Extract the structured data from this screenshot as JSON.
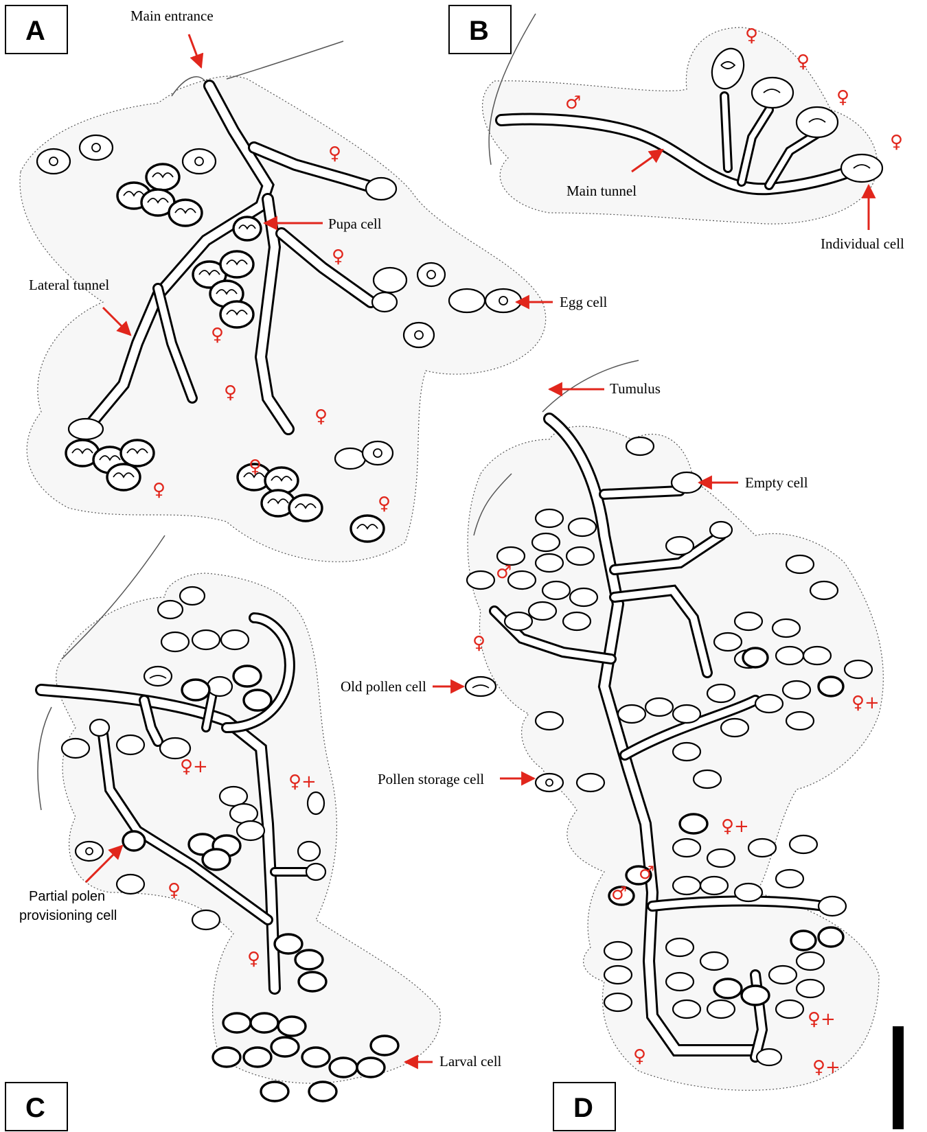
{
  "panels": [
    {
      "id": "A",
      "letter": "A"
    },
    {
      "id": "B",
      "letter": "B"
    },
    {
      "id": "C",
      "letter": "C"
    },
    {
      "id": "D",
      "letter": "D"
    }
  ],
  "labels": {
    "main_entrance": "Main entrance",
    "pupa_cell": "Pupa cell",
    "lateral_tunnel": "Lateral tunnel",
    "egg_cell": "Egg cell",
    "main_tunnel": "Main tunnel",
    "individual_cell": "Individual cell",
    "tumulus": "Tumulus",
    "empty_cell": "Empty cell",
    "old_pollen_cell": "Old pollen cell",
    "pollen_storage_cell": "Pollen storage cell",
    "partial_pollen_line1": "Partial polen",
    "partial_pollen_line2": "provisioning cell",
    "larval_cell": "Larval cell"
  },
  "symbols": {
    "female": "♀",
    "male": "♂",
    "female_plus": "♀+"
  },
  "colors": {
    "annotation": "#e1261c",
    "line": "#000000"
  }
}
